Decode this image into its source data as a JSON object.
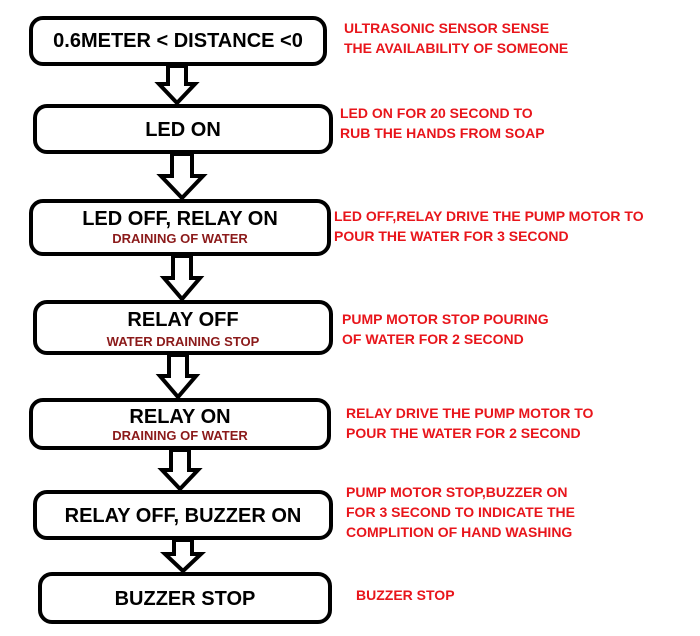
{
  "steps": [
    {
      "main": "0.6METER < DISTANCE <0",
      "sub": ""
    },
    {
      "main": "LED ON",
      "sub": ""
    },
    {
      "main": "LED OFF, RELAY ON",
      "sub": "DRAINING OF WATER"
    },
    {
      "main": "RELAY OFF",
      "sub": "WATER DRAINING STOP"
    },
    {
      "main": "RELAY ON",
      "sub": "DRAINING OF WATER"
    },
    {
      "main": "RELAY OFF, BUZZER ON",
      "sub": ""
    },
    {
      "main": "BUZZER STOP",
      "sub": ""
    }
  ],
  "notes": [
    [
      "ULTRASONIC SENSOR SENSE",
      "THE AVAILABILITY OF SOMEONE"
    ],
    [
      "LED ON FOR 20 SECOND TO",
      "RUB THE HANDS FROM SOAP"
    ],
    [
      "LED OFF,RELAY DRIVE THE PUMP MOTOR TO",
      "POUR THE WATER FOR 3 SECOND"
    ],
    [
      "PUMP MOTOR STOP POURING",
      "OF WATER FOR 2 SECOND"
    ],
    [
      "RELAY DRIVE THE PUMP MOTOR TO",
      "POUR THE WATER FOR 2 SECOND"
    ],
    [
      "PUMP MOTOR STOP,BUZZER ON",
      "FOR 3 SECOND TO INDICATE THE",
      "COMPLITION OF HAND WASHING"
    ],
    [
      "BUZZER STOP"
    ]
  ],
  "colors": {
    "note_text": "#e8151b",
    "sub_text": "#8b1a1a",
    "outline": "#000000"
  }
}
